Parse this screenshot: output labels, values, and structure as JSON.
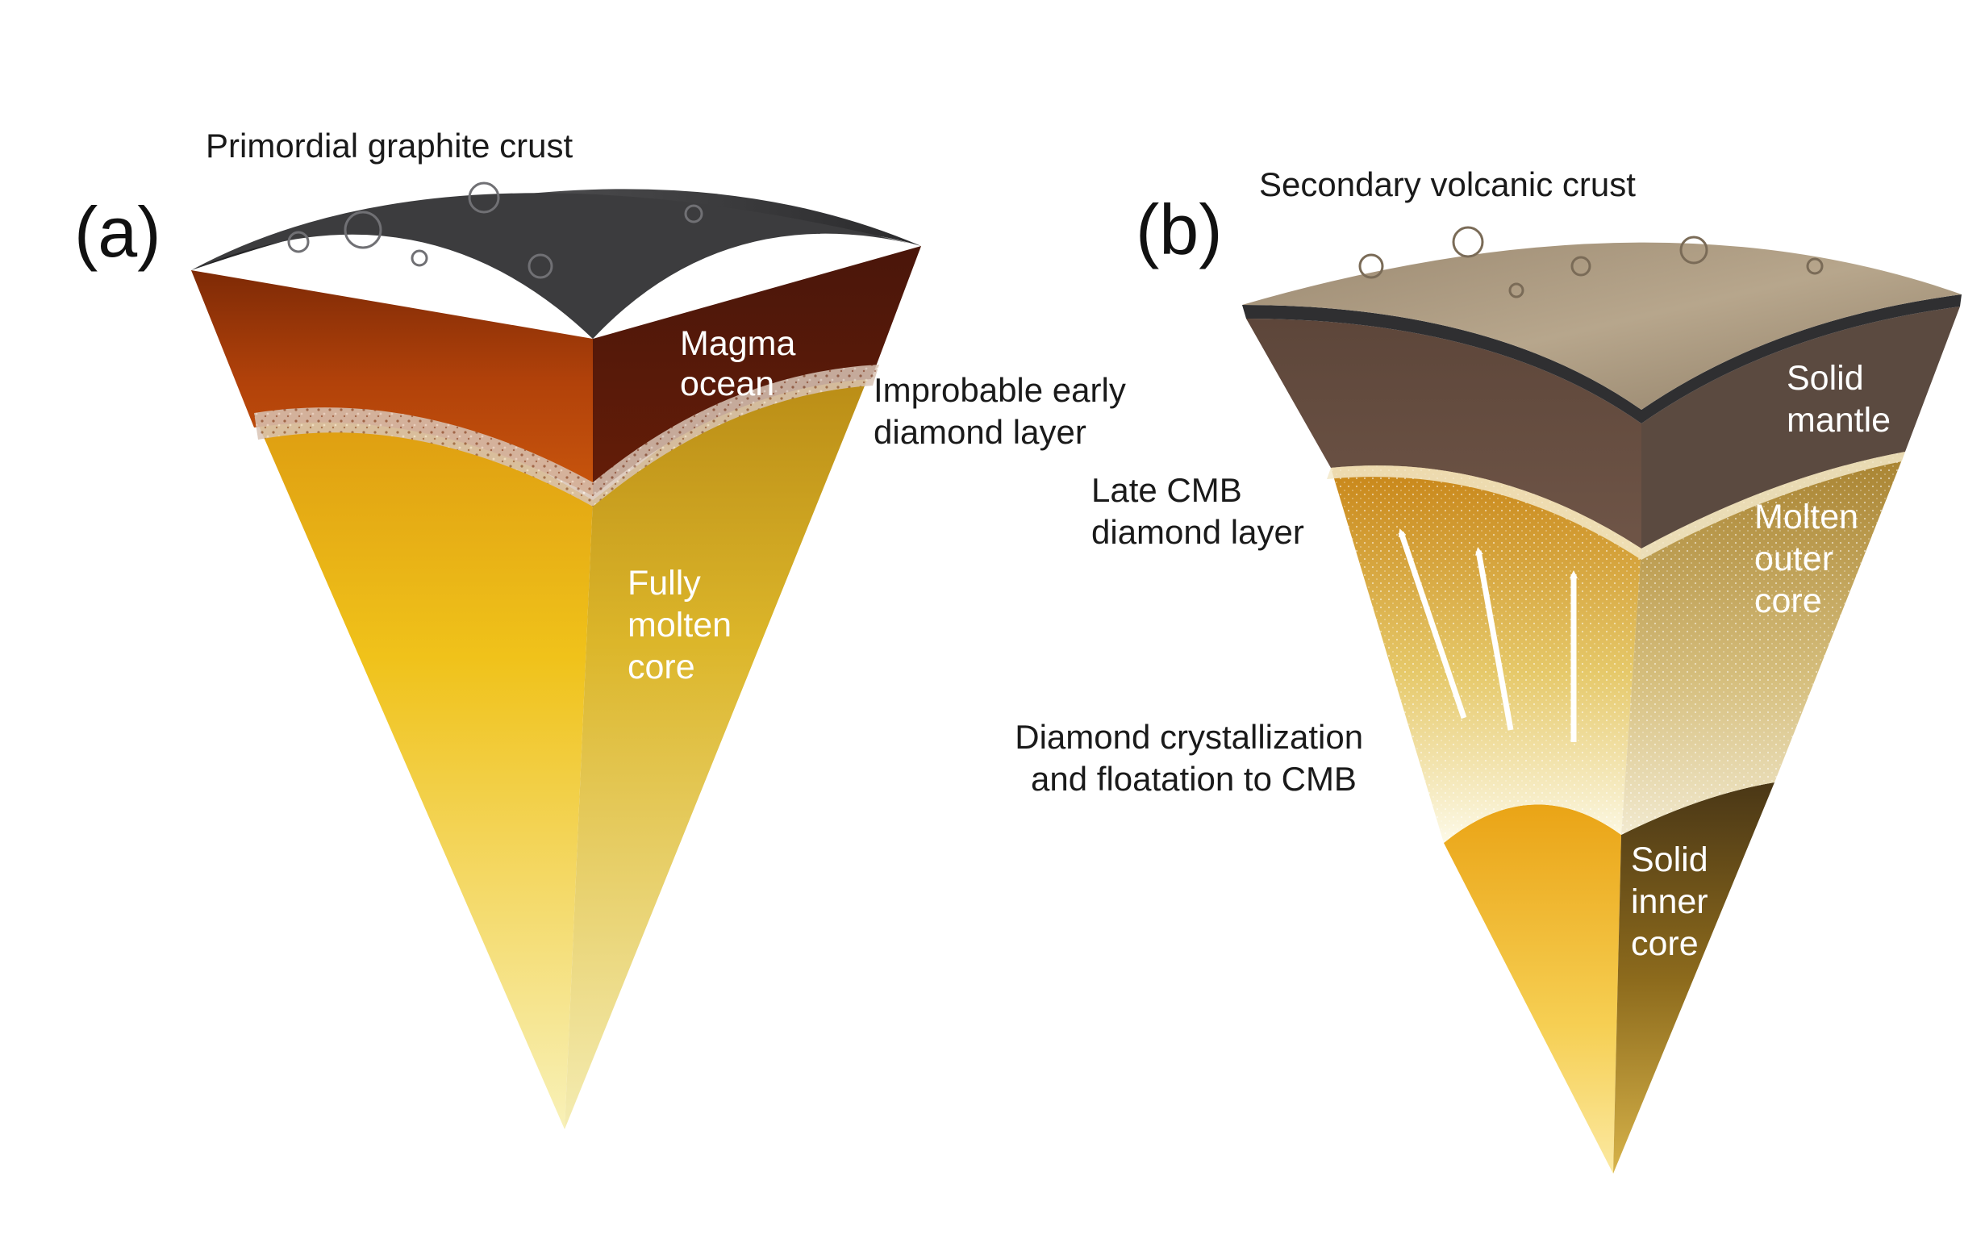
{
  "panel_a": {
    "letter": "(a)",
    "crust_label": "Primordial graphite crust",
    "magma_label": [
      "Magma",
      "ocean"
    ],
    "diamond_label": [
      "Improbable early",
      "diamond layer"
    ],
    "core_label": [
      "Fully",
      "molten",
      "core"
    ]
  },
  "panel_b": {
    "letter": "(b)",
    "crust_label": "Secondary volcanic crust",
    "mantle_label": [
      "Solid",
      "mantle"
    ],
    "cmb_label": [
      "Late CMB",
      "diamond layer"
    ],
    "outer_core_label": [
      "Molten",
      "outer",
      "core"
    ],
    "crystallization_label": [
      "Diamond crystallization",
      "and floatation to CMB"
    ],
    "inner_core_label": [
      "Solid",
      "inner",
      "core"
    ]
  },
  "colors": {
    "graphite_crust": "#2b2b2d",
    "magma_ocean": "#a83a06",
    "molten_core_top": "#c97d0a",
    "molten_core_bottom": "#f7ee9a",
    "volcanic_crust": "#a8977d",
    "solid_mantle": "#6b5244",
    "outer_core": "#c9a04a",
    "inner_core": "#f2b51d"
  }
}
